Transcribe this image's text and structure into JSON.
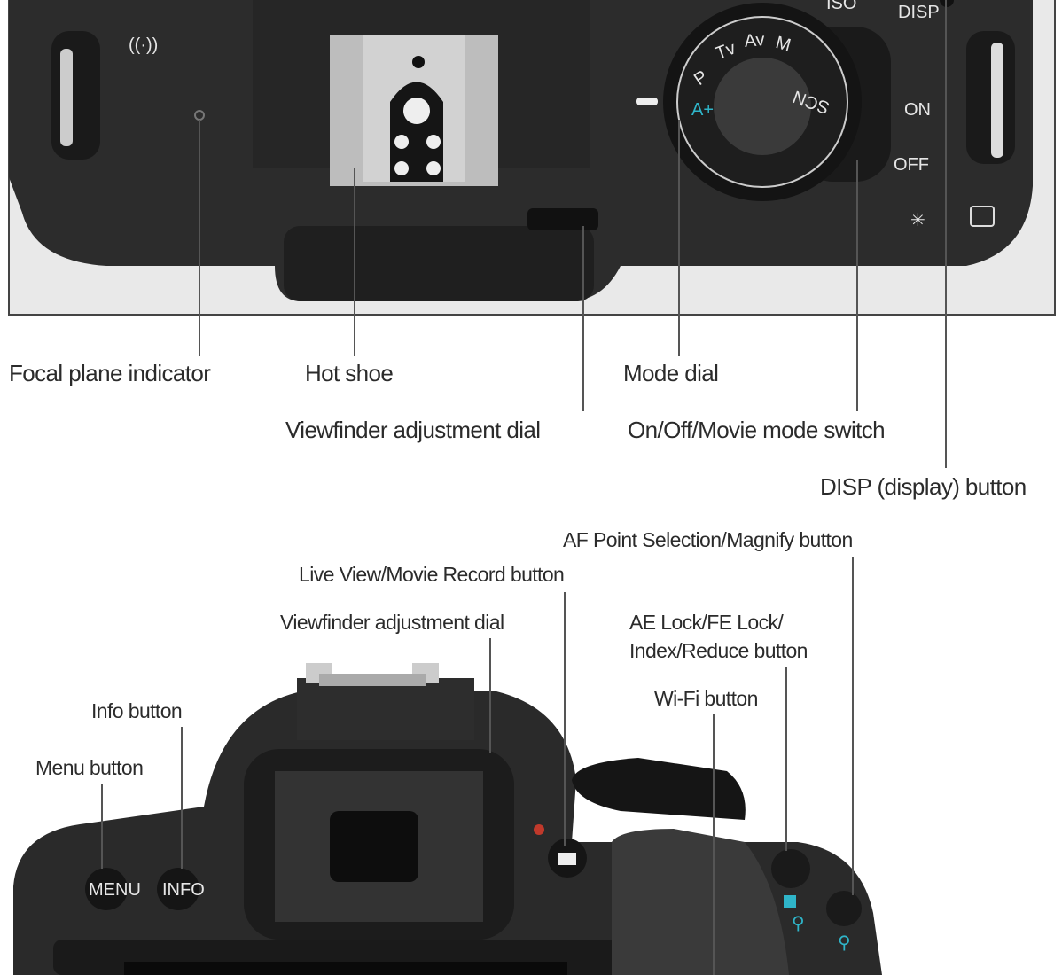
{
  "top_view": {
    "camera_markings": {
      "iso": "ISO",
      "disp": "DISP",
      "on": "ON",
      "off": "OFF",
      "mode_p": "P",
      "mode_tv": "Tv",
      "mode_av": "Av",
      "mode_m": "M",
      "mode_scn": "SCN",
      "mode_auto": "A+"
    },
    "labels": {
      "focal_plane": "Focal plane indicator",
      "hot_shoe": "Hot shoe",
      "mode_dial": "Mode dial",
      "viewfinder_dial": "Viewfinder adjustment dial",
      "power_switch": "On/Off/Movie mode switch",
      "disp_button": "DISP (display) button"
    }
  },
  "back_view": {
    "camera_markings": {
      "menu": "MENU",
      "info": "INFO"
    },
    "labels": {
      "af_point": "AF Point Selection/Magnify button",
      "live_view": "Live View/Movie Record button",
      "viewfinder_dial": "Viewfinder adjustment dial",
      "ae_lock_1": "AE Lock/FE Lock/",
      "ae_lock_2": "Index/Reduce button",
      "wifi": "Wi-Fi button",
      "info": "Info button",
      "menu": "Menu button"
    }
  },
  "colors": {
    "accent": "#2fb5c9",
    "record_dot": "#c0392b"
  }
}
